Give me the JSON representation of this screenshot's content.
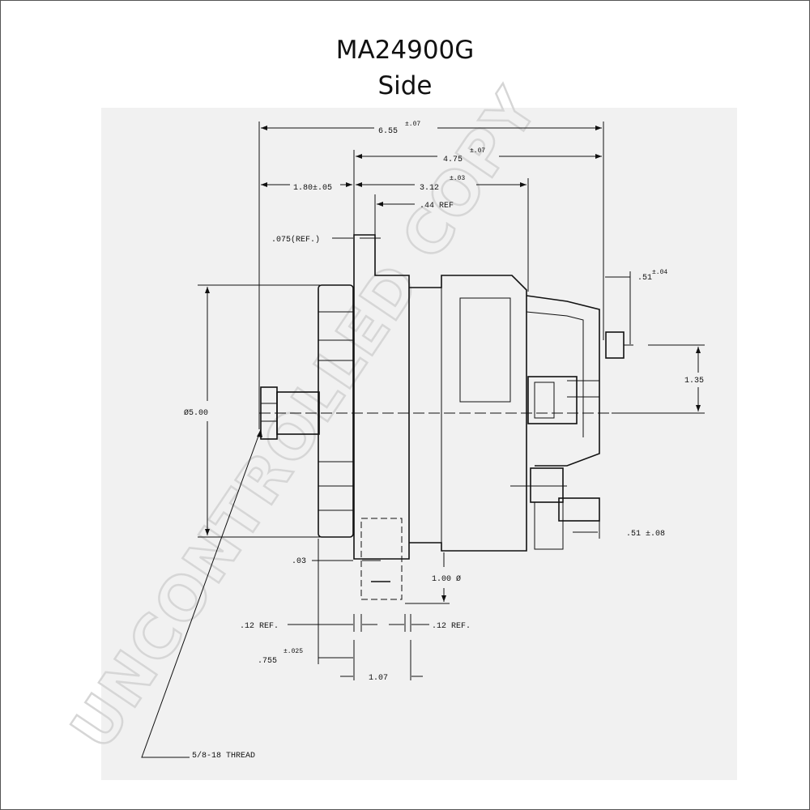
{
  "header": {
    "part_number": "MA24900G",
    "view": "Side"
  },
  "watermark": "UNCONTROLLED COPY",
  "dimensions": {
    "overall": "6.55",
    "overall_tol": "±.07",
    "body": "4.75",
    "body_tol": "±.07",
    "front": "1.80±.05",
    "mid": "3.12",
    "mid_tol": "±.03",
    "ref44": ".44 REF",
    "ref075": ".075(REF.)",
    "term_upper": ".51",
    "term_upper_tol": "±.04",
    "diameter": "Ø5.00",
    "spacing": "1.35",
    "term_lower": ".51 ±.08",
    "d03": ".03",
    "bore": "1.00 Ø",
    "ref12_left": ".12 REF.",
    "ref12_right": ".12 REF.",
    "d755": ".755",
    "d755_tol": "±.025",
    "d107": "1.07",
    "thread": "5/8-18 THREAD"
  }
}
